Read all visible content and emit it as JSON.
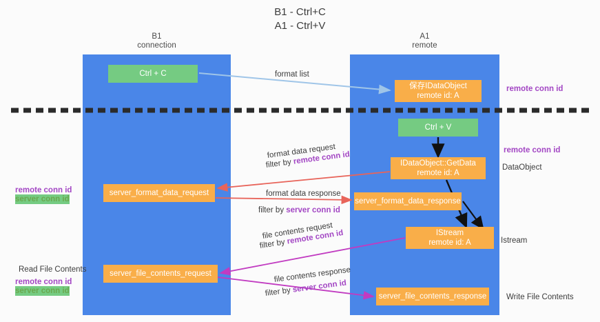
{
  "title": {
    "line1": "B1 - Ctrl+C",
    "line2": "A1 - Ctrl+V"
  },
  "lanes": [
    {
      "id": "b1",
      "name": "B1",
      "role": "connection",
      "color": "#4a86e8"
    },
    {
      "id": "a1",
      "name": "A1",
      "role": "remote",
      "color": "#4a86e8"
    }
  ],
  "colors": {
    "lane": "#4a86e8",
    "green_box": "#75cb82",
    "orange_box": "#f9ae49",
    "purple_text": "#a347c4",
    "green_text": "#6aa84f",
    "arrow_blue": "#9fc5e8",
    "arrow_red": "#e8645a",
    "arrow_magenta": "#c13bc1",
    "arrow_black": "#000000",
    "divider": "#2b2b2b",
    "background": "#fbfbfb"
  },
  "boxes": {
    "ctrl_c": {
      "label": "Ctrl + C",
      "style": "green"
    },
    "save_dataobject": {
      "line1": "保存IDataObject",
      "line2": "remote id: A",
      "style": "orange"
    },
    "ctrl_v": {
      "label": "Ctrl + V",
      "style": "green"
    },
    "getdata": {
      "line1": "IDataObject::GetData",
      "line2": "remote id: A",
      "style": "orange"
    },
    "server_format_data_request": {
      "label": "server_format_data_request",
      "style": "orange"
    },
    "server_format_data_response": {
      "label": "server_format_data_response",
      "style": "orange"
    },
    "istream": {
      "line1": "IStream",
      "line2": "remote id: A",
      "style": "orange"
    },
    "server_file_contents_request": {
      "label": "server_file_contents_request",
      "style": "orange"
    },
    "server_file_contents_response": {
      "label": "server_file_contents_response",
      "style": "orange"
    }
  },
  "edge_labels": {
    "format_list": "format list",
    "format_data_request": "format data request",
    "format_data_request_filter_prefix": "filter by ",
    "format_data_request_filter_key": "remote conn id",
    "format_data_response": "format data response",
    "format_data_response_filter_prefix": "filter by ",
    "format_data_response_filter_key": "server conn id",
    "file_contents_request": "file contents request",
    "file_contents_request_filter_prefix": "filter by ",
    "file_contents_request_filter_key": "remote conn id",
    "file_contents_response": "file contents response",
    "file_contents_response_filter_prefix": "filter by ",
    "file_contents_response_filter_key": "server conn id"
  },
  "right_annotations": {
    "remote_conn_id_top": "remote conn id",
    "remote_conn_id_mid": "remote conn id",
    "dataobject": "DataObject",
    "istream": "Istream",
    "write_file_contents": "Write File Contents"
  },
  "left_annotations": {
    "remote_conn_id_1": "remote conn id",
    "server_conn_id_1": "server conn id",
    "read_file_contents": "Read File Contents",
    "remote_conn_id_2": "remote conn id",
    "server_conn_id_2": "server conn id"
  }
}
